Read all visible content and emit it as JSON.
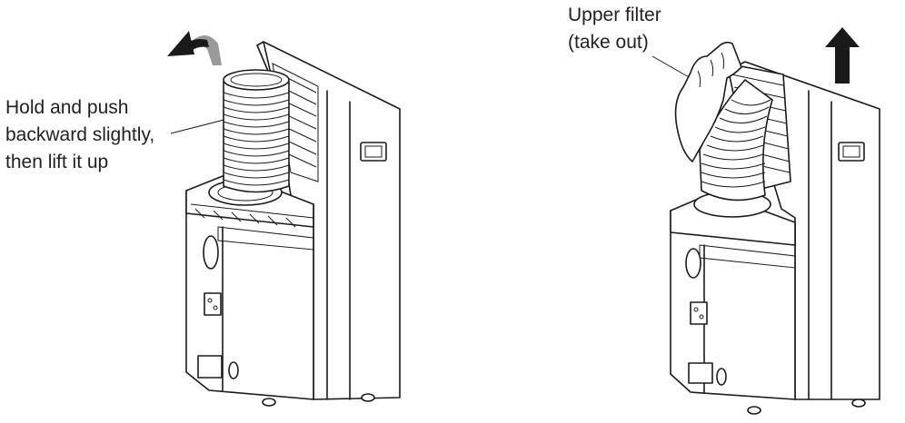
{
  "left_panel": {
    "instruction_lines": [
      "Hold and push",
      "backward slightly,",
      "then lift it up"
    ],
    "arrow_icon": "curved-arrow-backward-icon"
  },
  "right_panel": {
    "label_lines": [
      "Upper filter",
      "(take out)"
    ],
    "arrow_icon": "arrow-up-icon"
  },
  "colors": {
    "line": "#1a1a1a",
    "text": "#231f20",
    "background": "#ffffff",
    "arrow_gray": "#9a9a9a"
  }
}
